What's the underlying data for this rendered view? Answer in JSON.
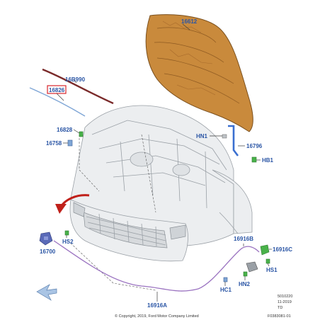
{
  "labels": {
    "hood": "16612",
    "hood_seal": "16B990",
    "prop_rod": "16826",
    "clip_16828": "16828",
    "clip_16758": "16758",
    "hood_hinge_bolt_n1": "HN1",
    "hood_strut": "16796",
    "hood_bolt_b1": "HB1",
    "latch": "16700",
    "hs2": "HS2",
    "cable_16916b": "16916B",
    "cable_16916c": "16916C",
    "hs1": "HS1",
    "hn2": "HN2",
    "hc1": "HC1",
    "cable_16916a": "16916A"
  },
  "footer": {
    "copyright": "© Copyright, 2019, Ford Motor Company Limited",
    "code1": "5010220",
    "code2": "11-2019",
    "code3": "TD",
    "code4": "F0383081-01"
  },
  "colors": {
    "label_blue": "#2a55a5",
    "hood_orange": "#c98a3c",
    "seal_dark_red": "#7a2a2a",
    "arrow_red": "#c0201a",
    "strut_blue": "#3a6fd0",
    "cable_purple": "#9a72c0",
    "highlight_box": "#d8262c",
    "clip_green": "#49b24a"
  }
}
